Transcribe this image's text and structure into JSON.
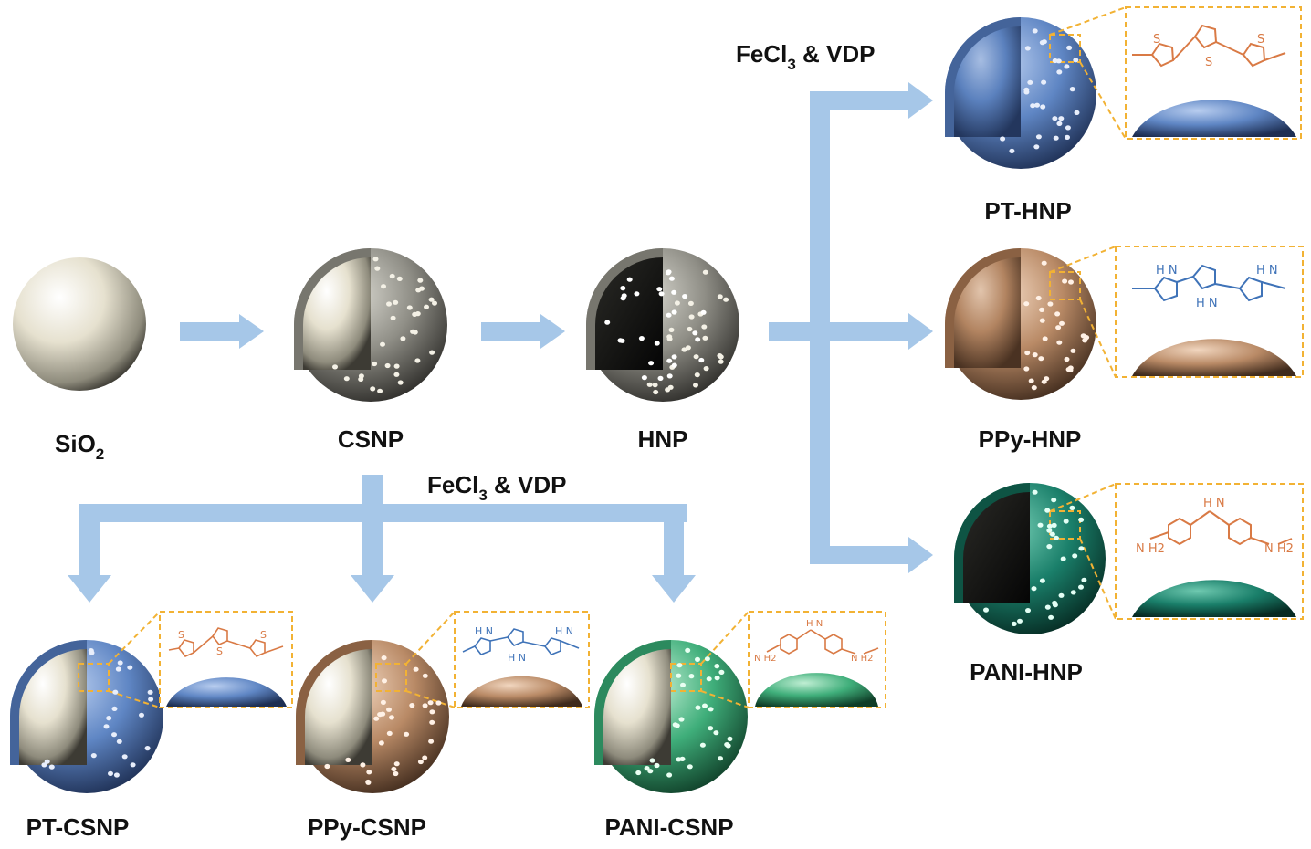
{
  "reagent_label": {
    "top": {
      "main": "FeCl",
      "sub": "3",
      "rest": " & VDP"
    },
    "bottom": {
      "main": "FeCl",
      "sub": "3",
      "rest": " & VDP"
    }
  },
  "particles": {
    "sio2": {
      "main": "SiO",
      "sub": "2"
    },
    "csnp": "CSNP",
    "hnp": "HNP",
    "pt_hnp": "PT-HNP",
    "ppy_hnp": "PPy-HNP",
    "pani_hnp": "PANI-HNP",
    "pt_csnp": "PT-CSNP",
    "ppy_csnp": "PPy-CSNP",
    "pani_csnp": "PANI-CSNP"
  },
  "molecule_text": {
    "thiophene_atom": "S",
    "pyrrole_atom": "H N",
    "pani_amine": "H N",
    "pani_end": "N H2"
  },
  "colors": {
    "arrow": "#a6c7e8",
    "zoom_box": "#f2b234",
    "core": "#ece7d6",
    "shell_gray": "#8f8e86",
    "shell_blue": "#5f86c4",
    "shell_brown": "#b98a66",
    "shell_green_hnp": "#1a7f6a",
    "shell_green_csnp": "#3fae7a",
    "pt_molecule": "#d97a45",
    "ppy_molecule": "#3f73b8",
    "pani_molecule": "#d97a45"
  }
}
